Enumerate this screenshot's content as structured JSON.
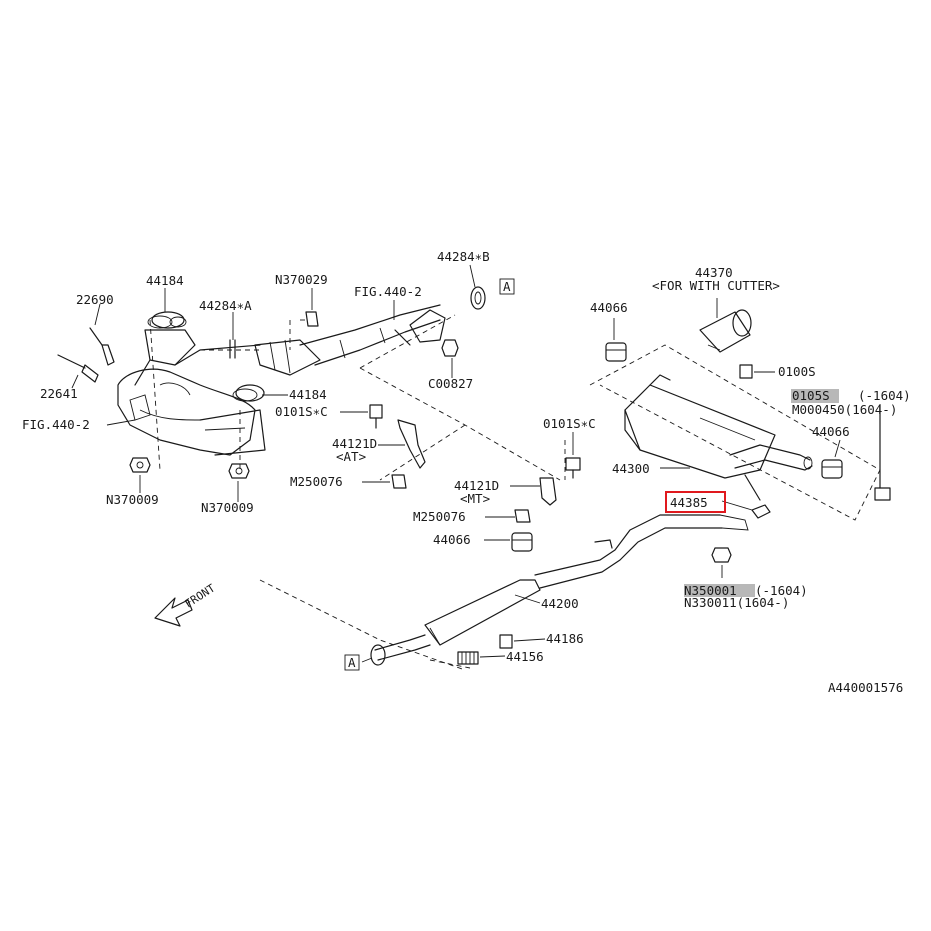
{
  "diagram_id": "A440001576",
  "front_label": "FRONT",
  "ref_mark": "A",
  "highlight": {
    "color": "#e0191e",
    "part": "44385"
  },
  "labels": {
    "p44184_top": "44184",
    "p22690": "22690",
    "p22641": "22641",
    "fig440_left": "FIG.440-2",
    "n370009_a": "N370009",
    "n370009_b": "N370009",
    "p44284a": "44284∗A",
    "n370029": "N370029",
    "fig440_top": "FIG.440-2",
    "p44284b": "44284∗B",
    "c00827": "C00827",
    "p44184_mid": "44184",
    "p0101sc_a": "0101S∗C",
    "p44121d_at": "44121D",
    "at_note": "<AT>",
    "m250076_a": "M250076",
    "p0101sc_b": "0101S∗C",
    "p44121d_mt": "44121D",
    "mt_note": "<MT>",
    "m250076_b": "M250076",
    "p44066_a": "44066",
    "p44370": "44370",
    "cutter_note": "<FOR WITH CUTTER>",
    "p0100s": "0100S",
    "p0105s": "0105S",
    "p0105s_range": "(-1604)",
    "m000450": "M000450(1604-)",
    "p44066_b": "44066",
    "p44300": "44300",
    "p44385": "44385",
    "p44066_c": "44066",
    "n350001": "N350001",
    "n350001_range": "(-1604)",
    "n330011": "N330011(1604-)",
    "p44200": "44200",
    "p44186": "44186",
    "p44156": "44156"
  }
}
